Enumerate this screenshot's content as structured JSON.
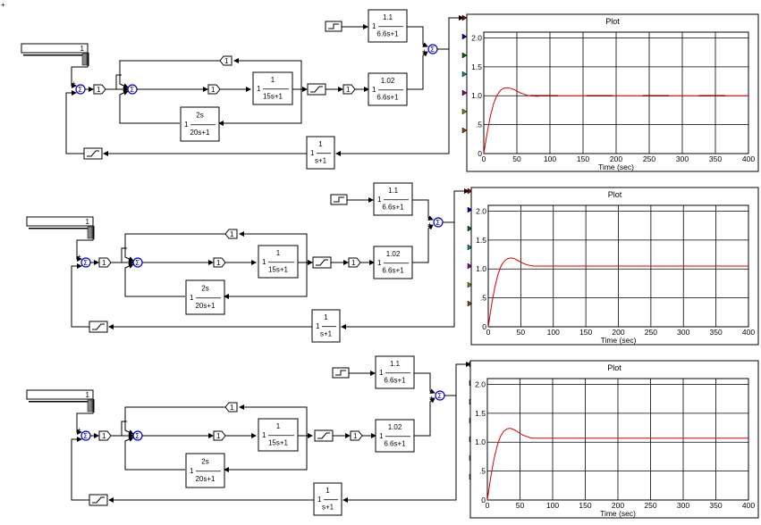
{
  "model": {
    "rows": [
      {
        "slider_value": "1",
        "gain_1": "1",
        "gain_2": "1",
        "gain_3": "1",
        "feedback_gain": "1",
        "step_label": "",
        "fopdt_top": {
          "num": "1.1",
          "gain": "1",
          "den": "6.6s+1"
        },
        "fopdt_bottom": {
          "num": "1.02",
          "gain": "1",
          "den": "6.6s+1"
        },
        "plant": {
          "num": "1",
          "gain": "1",
          "den": "15s+1"
        },
        "lead": {
          "num": "2s",
          "gain": "1",
          "den": "20s+1"
        },
        "filter": {
          "num": "1",
          "gain": "1",
          "den": "s+1"
        },
        "sum_sign_top": "+",
        "sum_sign_bottom": "+"
      },
      {
        "slider_value": "1",
        "gain_1": "1",
        "gain_2": "1",
        "gain_3": "1",
        "feedback_gain": "1",
        "step_label": "",
        "fopdt_top": {
          "num": "1.1",
          "gain": "1",
          "den": "6.6s+1"
        },
        "fopdt_bottom": {
          "num": "1.02",
          "gain": "1",
          "den": "6.6s+1"
        },
        "plant": {
          "num": "1",
          "gain": "1",
          "den": "15s+1"
        },
        "lead": {
          "num": "2s",
          "gain": "1",
          "den": "20s+1"
        },
        "filter": {
          "num": "1",
          "gain": "1",
          "den": "s+1"
        },
        "sum_sign_top": "+",
        "sum_sign_bottom": "+"
      },
      {
        "slider_value": "1",
        "gain_1": "1",
        "gain_2": "1",
        "gain_3": "1",
        "feedback_gain": "1",
        "step_label": "",
        "fopdt_top": {
          "num": "1.1",
          "gain": "1",
          "den": "6.6s+1"
        },
        "fopdt_bottom": {
          "num": "1.02",
          "gain": "1",
          "den": "6.6s+1"
        },
        "plant": {
          "num": "1",
          "gain": "1",
          "den": "15s+1"
        },
        "lead": {
          "num": "2s",
          "gain": "1",
          "den": "20s+1"
        },
        "filter": {
          "num": "1",
          "gain": "1",
          "den": "s+1"
        },
        "sum_sign_top": "+",
        "sum_sign_bottom": "+"
      }
    ]
  },
  "colors": {
    "response_line": "#dd0000",
    "summer": "#0000cc",
    "wire": "#000000"
  },
  "chart_data": [
    {
      "type": "line",
      "title": "Plot",
      "xlabel": "Time (sec)",
      "ylabel": "",
      "xlim": [
        0,
        400
      ],
      "ylim": [
        0,
        2.1
      ],
      "xticks": [
        "0",
        "50",
        "100",
        "150",
        "200",
        "250",
        "300",
        "350",
        "400"
      ],
      "yticks": [
        ".5",
        "1.0",
        "1.5",
        "2.0"
      ],
      "grid": true,
      "series": [
        {
          "x": [
            0,
            5,
            10,
            15,
            20,
            25,
            30,
            35,
            40,
            45,
            50,
            55,
            60,
            65,
            70,
            80,
            90,
            100,
            150,
            200,
            250,
            300,
            350,
            400
          ],
          "y": [
            0,
            0.35,
            0.65,
            0.87,
            1.01,
            1.09,
            1.13,
            1.14,
            1.13,
            1.11,
            1.08,
            1.05,
            1.03,
            1.01,
            1.0,
            0.99,
            1.0,
            1.0,
            1.0,
            1.0,
            1.0,
            1.0,
            1.0,
            1.0
          ]
        }
      ],
      "overlay_segments": [
        [
          70,
          112
        ],
        [
          155,
          195
        ],
        [
          240,
          280
        ],
        [
          325,
          365
        ]
      ]
    },
    {
      "type": "line",
      "title": "Plot",
      "xlabel": "Time (sec)",
      "ylabel": "",
      "xlim": [
        0,
        400
      ],
      "ylim": [
        0,
        2.1
      ],
      "xticks": [
        "0",
        "50",
        "100",
        "150",
        "200",
        "250",
        "300",
        "350",
        "400"
      ],
      "yticks": [
        ".5",
        "1.0",
        "1.5",
        "2.0"
      ],
      "grid": true,
      "series": [
        {
          "x": [
            0,
            5,
            10,
            15,
            20,
            25,
            30,
            35,
            40,
            45,
            50,
            55,
            60,
            65,
            70,
            80,
            90,
            100,
            150,
            200,
            250,
            300,
            350,
            400
          ],
          "y": [
            0,
            0.37,
            0.68,
            0.91,
            1.06,
            1.14,
            1.18,
            1.19,
            1.18,
            1.15,
            1.12,
            1.09,
            1.07,
            1.06,
            1.05,
            1.05,
            1.05,
            1.05,
            1.05,
            1.05,
            1.05,
            1.05,
            1.05,
            1.05
          ]
        }
      ],
      "overlay_segments": []
    },
    {
      "type": "line",
      "title": "Plot",
      "xlabel": "Time (sec)",
      "ylabel": "",
      "xlim": [
        0,
        400
      ],
      "ylim": [
        0,
        2.1
      ],
      "xticks": [
        "0",
        "50",
        "100",
        "150",
        "200",
        "250",
        "300",
        "350",
        "400"
      ],
      "yticks": [
        ".5",
        "1.0",
        "1.5",
        "2.0"
      ],
      "grid": true,
      "series": [
        {
          "x": [
            0,
            5,
            10,
            15,
            20,
            25,
            30,
            35,
            40,
            45,
            50,
            55,
            60,
            65,
            70,
            80,
            90,
            100,
            150,
            200,
            250,
            300,
            350,
            400
          ],
          "y": [
            0,
            0.38,
            0.7,
            0.94,
            1.1,
            1.19,
            1.23,
            1.24,
            1.22,
            1.19,
            1.15,
            1.12,
            1.1,
            1.08,
            1.07,
            1.07,
            1.07,
            1.07,
            1.07,
            1.07,
            1.07,
            1.07,
            1.07,
            1.07
          ]
        }
      ],
      "overlay_segments": []
    }
  ]
}
